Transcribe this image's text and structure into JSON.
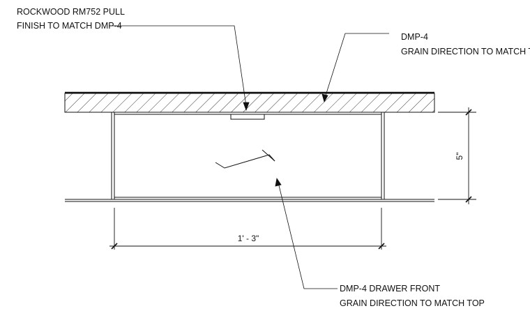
{
  "notes": {
    "pull_line1": "ROCKWOOD RM752 PULL",
    "pull_line2": "FINISH TO MATCH DMP-4",
    "top_line1": "DMP-4",
    "top_line2": "GRAIN DIRECTION TO MATCH TOP",
    "front_line1": "DMP-4 DRAWER FRONT",
    "front_line2": "GRAIN DIRECTION TO MATCH TOP"
  },
  "dimensions": {
    "width": "1' - 3\"",
    "height": "5\""
  },
  "colors": {
    "line": "#111111",
    "hatch": "#222222"
  }
}
